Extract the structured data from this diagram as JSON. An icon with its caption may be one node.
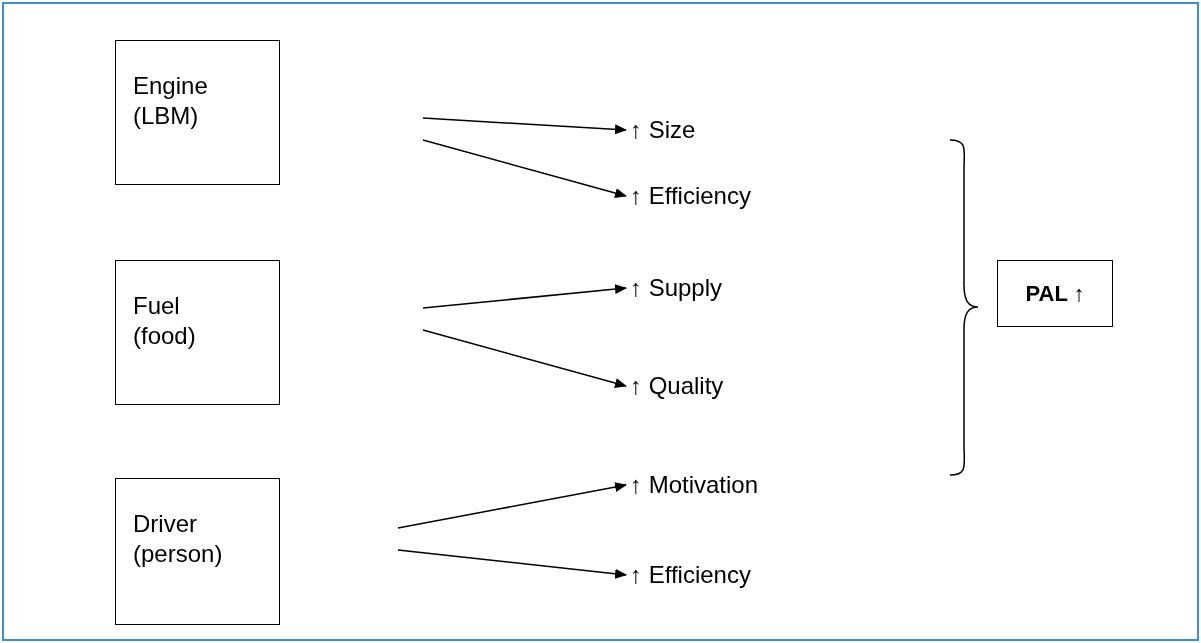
{
  "diagram": {
    "nodes": [
      {
        "text": [
          "Engine (LBM)"
        ]
      },
      {
        "text": [
          "Fuel (food)"
        ]
      },
      {
        "text": [
          "Driver (person)"
        ]
      },
      {
        "text": [
          "**↑** Size"
        ]
      },
      {
        "text": [
          "**↑** Efficiency"
        ]
      },
      {
        "text": [
          "**↑** Supply"
        ]
      },
      {
        "text": [
          "**↑** Quality"
        ]
      },
      {
        "text": [
          "**↑** Motivation"
        ]
      },
      {
        "text": [
          "**↑** Efficiency"
        ]
      },
      {
        "text": [
          "PAL ↑"
        ]
      }
    ],
    "edges": [
      {
        "from": null,
        "to": 3,
        "arrow": "to"
      },
      {
        "from": null,
        "to": 4,
        "arrow": "to"
      },
      {
        "from": null,
        "to": 5,
        "arrow": "to"
      },
      {
        "from": null,
        "to": 6,
        "arrow": "to"
      },
      {
        "from": null,
        "to": 7,
        "arrow": "to"
      },
      {
        "from": null,
        "to": 8,
        "arrow": "to"
      }
    ]
  }
}
